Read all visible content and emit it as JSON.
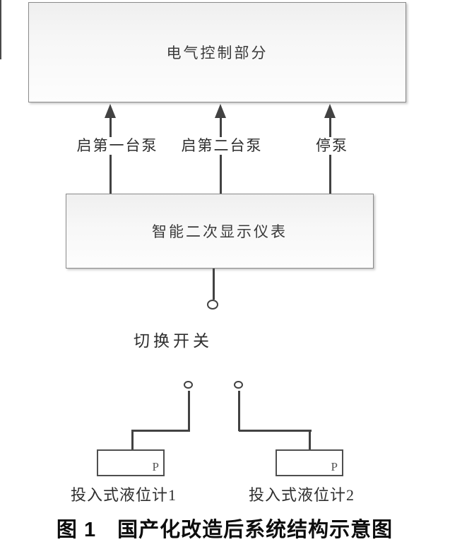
{
  "diagram": {
    "top_box": {
      "label": "电气控制部分"
    },
    "middle_box": {
      "label": "智能二次显示仪表"
    },
    "arrows": [
      {
        "label": "启第一台泵"
      },
      {
        "label": "启第二台泵"
      },
      {
        "label": "停泵"
      }
    ],
    "switch": {
      "label": "切换开关"
    },
    "sensors": [
      {
        "box_label": "P",
        "caption": "投入式液位计1"
      },
      {
        "box_label": "P",
        "caption": "投入式液位计2"
      }
    ],
    "figure_caption": "图 1　国产化改造后系统结构示意图"
  },
  "colors": {
    "line": "#424242",
    "box_border": "#8a8a8a",
    "sensor_border": "#4f4f4f",
    "box_text": "#3a3a3a",
    "caption_text": "#0d0d0d",
    "background": "#ffffff"
  }
}
